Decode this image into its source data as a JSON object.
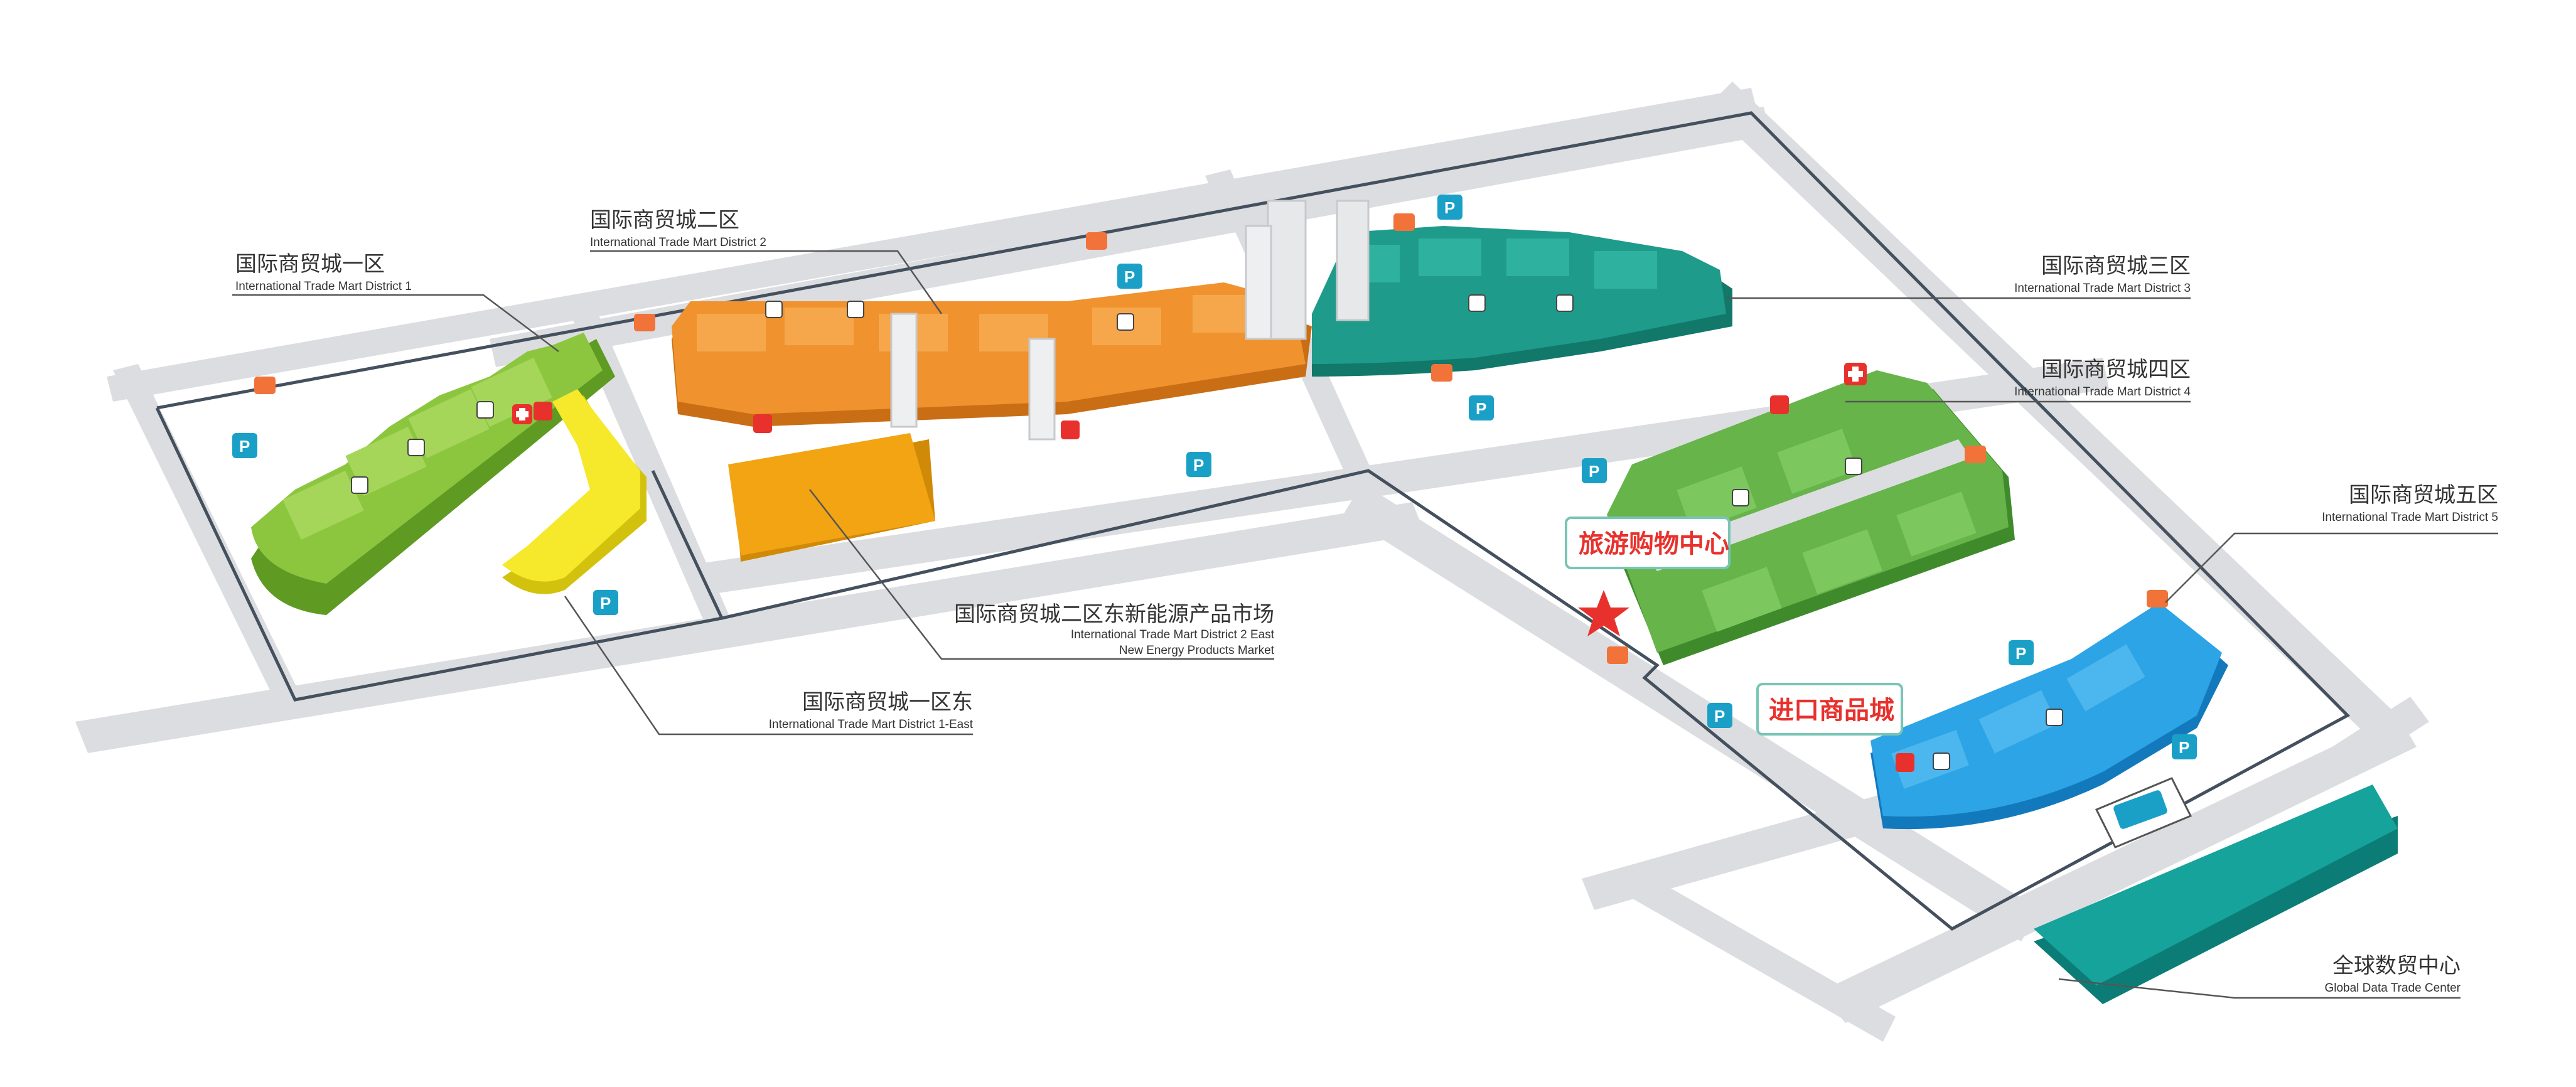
{
  "map": {
    "colors": {
      "district1": "#8cc63f",
      "district1_dark": "#5f9a23",
      "district1_east": "#f6e82a",
      "district1_east_dark": "#d3c20d",
      "district2": "#f0922d",
      "district2_dark": "#c96e14",
      "district2_market": "#f2a413",
      "district3": "#1e9b8a",
      "district3_dark": "#11786a",
      "district4": "#66b44a",
      "district4_dark": "#3f8b2c",
      "district5": "#2ca4e6",
      "district5_dark": "#1379bd",
      "global_center": "#15a39b",
      "road": "#dcdde0",
      "boundary": "#44505e",
      "parking": "#1aa0c7",
      "marker_red": "#e8312c",
      "marker_orange": "#f1733a"
    },
    "labels": {
      "district1": {
        "cn": "国际商贸城一区",
        "en": "International Trade Mart District 1"
      },
      "district2": {
        "cn": "国际商贸城二区",
        "en": "International Trade Mart District 2"
      },
      "district3": {
        "cn": "国际商贸城三区",
        "en": "International Trade Mart District 3"
      },
      "district4": {
        "cn": "国际商贸城四区",
        "en": "International Trade Mart District 4"
      },
      "district5": {
        "cn": "国际商贸城五区",
        "en": "International Trade Mart District 5"
      },
      "district2_market": {
        "cn": "国际商贸城二区东新能源产品市场",
        "en1": "International Trade Mart District 2 East",
        "en2": "New Energy Products Market"
      },
      "district1_east": {
        "cn": "国际商贸城一区东",
        "en": "International Trade Mart District 1-East"
      },
      "global_center": {
        "cn": "全球数贸中心",
        "en": "Global Data Trade Center"
      }
    },
    "callouts": {
      "tourism": "旅游购物中心",
      "import": "进口商品城"
    },
    "icons": {
      "parking": "P",
      "parking_icon": "parking-sign-icon",
      "restroom_icon": "restroom-icon",
      "hospital_icon": "first-aid-cross-icon",
      "star_icon": "star-icon",
      "bus_icon": "bus-icon"
    }
  }
}
